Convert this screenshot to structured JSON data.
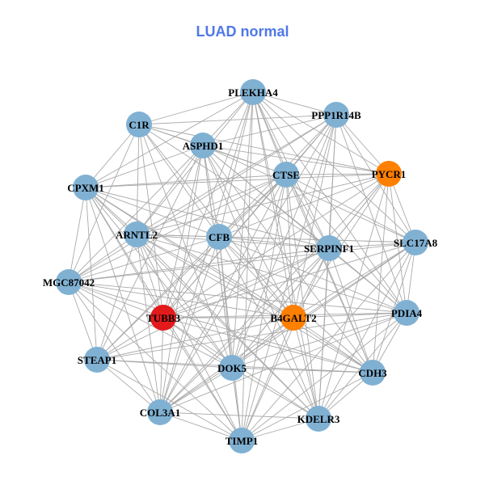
{
  "title": "LUAD normal",
  "colors": {
    "default": "#80b1d3",
    "highlight_orange": "#ff7f00",
    "highlight_red": "#e31a1c",
    "edge": "#aaaaaa"
  },
  "nodes": [
    {
      "name": "PLEKHA4",
      "color": "default"
    },
    {
      "name": "PPP1R14B",
      "color": "default"
    },
    {
      "name": "C1R",
      "color": "default"
    },
    {
      "name": "ASPHD1",
      "color": "default"
    },
    {
      "name": "CTSE",
      "color": "default"
    },
    {
      "name": "PYCR1",
      "color": "highlight_orange"
    },
    {
      "name": "CPXM1",
      "color": "default"
    },
    {
      "name": "ARNTL2",
      "color": "default"
    },
    {
      "name": "CFB",
      "color": "default"
    },
    {
      "name": "SERPINF1",
      "color": "default"
    },
    {
      "name": "SLC17A8",
      "color": "default"
    },
    {
      "name": "MGC87042",
      "color": "default"
    },
    {
      "name": "TUBB3",
      "color": "highlight_red"
    },
    {
      "name": "B4GALT2",
      "color": "highlight_orange"
    },
    {
      "name": "PDIA4",
      "color": "default"
    },
    {
      "name": "STEAP1",
      "color": "default"
    },
    {
      "name": "DOK5",
      "color": "default"
    },
    {
      "name": "CDH3",
      "color": "default"
    },
    {
      "name": "COL3A1",
      "color": "default"
    },
    {
      "name": "KDELR3",
      "color": "default"
    },
    {
      "name": "TIMP1",
      "color": "default"
    }
  ],
  "adjacency": {
    "PLEKHA4": [
      "C1R",
      "ASPHD1",
      "CTSE",
      "PYCR1",
      "CPXM1",
      "ARNTL2",
      "CFB",
      "SERPINF1",
      "SLC17A8",
      "TUBB3",
      "B4GALT2",
      "PDIA4",
      "DOK5",
      "CDH3",
      "KDELR3",
      "TIMP1",
      "COL3A1",
      "PPP1R14B"
    ],
    "PPP1R14B": [
      "C1R",
      "ASPHD1",
      "CTSE",
      "PYCR1",
      "ARNTL2",
      "CFB",
      "SERPINF1",
      "SLC17A8",
      "TUBB3",
      "B4GALT2",
      "PDIA4",
      "DOK5",
      "KDELR3",
      "TIMP1",
      "COL3A1",
      "MGC87042"
    ],
    "C1R": [
      "ASPHD1",
      "CTSE",
      "PYCR1",
      "CPXM1",
      "ARNTL2",
      "CFB",
      "SERPINF1",
      "TUBB3",
      "B4GALT2",
      "DOK5",
      "MGC87042"
    ],
    "ASPHD1": [
      "CTSE",
      "PYCR1",
      "CPXM1",
      "ARNTL2",
      "CFB",
      "SERPINF1",
      "SLC17A8",
      "MGC87042",
      "TUBB3",
      "B4GALT2",
      "PDIA4",
      "DOK5",
      "CDH3",
      "KDELR3",
      "TIMP1",
      "COL3A1",
      "STEAP1"
    ],
    "CTSE": [
      "PYCR1",
      "CPXM1",
      "ARNTL2",
      "CFB",
      "SERPINF1",
      "SLC17A8",
      "MGC87042",
      "TUBB3",
      "B4GALT2",
      "PDIA4",
      "DOK5",
      "CDH3",
      "KDELR3",
      "TIMP1",
      "COL3A1",
      "STEAP1"
    ],
    "PYCR1": [
      "CPXM1",
      "ARNTL2",
      "CFB",
      "SERPINF1",
      "SLC17A8",
      "TUBB3",
      "B4GALT2",
      "PDIA4",
      "DOK5",
      "CDH3",
      "KDELR3",
      "COL3A1"
    ],
    "CPXM1": [
      "ARNTL2",
      "CFB",
      "SERPINF1",
      "MGC87042",
      "TUBB3",
      "B4GALT2",
      "DOK5",
      "CDH3",
      "KDELR3",
      "COL3A1",
      "STEAP1",
      "TIMP1"
    ],
    "ARNTL2": [
      "CFB",
      "SERPINF1",
      "SLC17A8",
      "MGC87042",
      "TUBB3",
      "B4GALT2",
      "PDIA4",
      "DOK5",
      "CDH3",
      "KDELR3",
      "TIMP1",
      "COL3A1",
      "STEAP1"
    ],
    "CFB": [
      "SERPINF1",
      "SLC17A8",
      "MGC87042",
      "TUBB3",
      "B4GALT2",
      "PDIA4",
      "DOK5",
      "CDH3",
      "KDELR3",
      "TIMP1",
      "COL3A1",
      "STEAP1"
    ],
    "SERPINF1": [
      "SLC17A8",
      "MGC87042",
      "TUBB3",
      "B4GALT2",
      "PDIA4",
      "DOK5",
      "CDH3",
      "KDELR3",
      "TIMP1",
      "COL3A1",
      "STEAP1"
    ],
    "SLC17A8": [
      "MGC87042",
      "TUBB3",
      "B4GALT2",
      "PDIA4",
      "DOK5",
      "CDH3",
      "KDELR3",
      "TIMP1",
      "COL3A1"
    ],
    "MGC87042": [
      "TUBB3",
      "B4GALT2",
      "PDIA4",
      "DOK5",
      "CDH3",
      "STEAP1",
      "COL3A1",
      "TIMP1"
    ],
    "TUBB3": [
      "B4GALT2",
      "PDIA4",
      "DOK5",
      "CDH3",
      "KDELR3",
      "TIMP1",
      "COL3A1",
      "STEAP1"
    ],
    "B4GALT2": [
      "PDIA4",
      "DOK5",
      "CDH3",
      "KDELR3",
      "TIMP1",
      "COL3A1",
      "STEAP1"
    ],
    "PDIA4": [
      "DOK5",
      "CDH3",
      "KDELR3",
      "TIMP1",
      "COL3A1",
      "STEAP1"
    ],
    "STEAP1": [
      "DOK5",
      "CDH3",
      "COL3A1",
      "TIMP1"
    ],
    "DOK5": [
      "CDH3",
      "KDELR3",
      "TIMP1",
      "COL3A1"
    ],
    "CDH3": [
      "KDELR3",
      "TIMP1"
    ],
    "COL3A1": [
      "TIMP1",
      "KDELR3"
    ],
    "KDELR3": [
      "TIMP1"
    ]
  }
}
